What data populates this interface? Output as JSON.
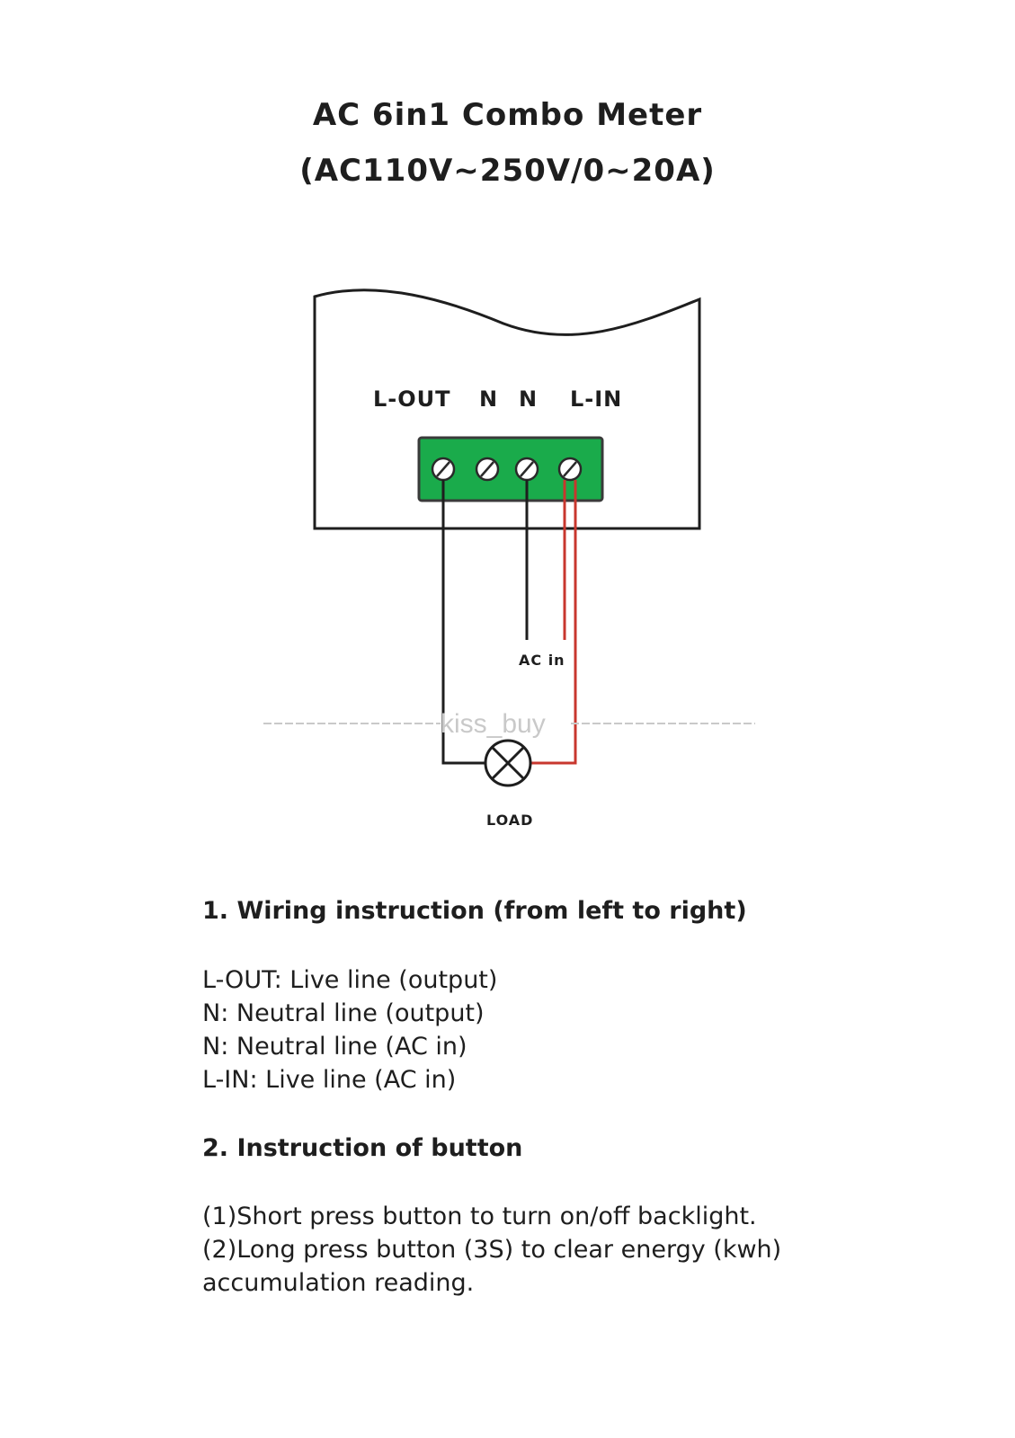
{
  "title": {
    "line1": "AC 6in1 Combo Meter",
    "line2": "(AC110V~250V/0~20A)"
  },
  "diagram": {
    "terminals": [
      {
        "label": "L-OUT"
      },
      {
        "label": "N"
      },
      {
        "label": "N"
      },
      {
        "label": "L-IN"
      }
    ],
    "ac_in_label": "AC in",
    "load_label": "LOAD",
    "watermark": "kiss_buy",
    "colors": {
      "terminal_block": "#1aab4b",
      "live_wire": "#c8372e",
      "neutral_wire": "#1e1e1e",
      "outline": "#1e1e1e"
    }
  },
  "wiring_instruction": {
    "heading": "1. Wiring instruction (from left to right)",
    "items": [
      "L-OUT: Live line (output)",
      "N: Neutral line (output)",
      "N: Neutral line (AC in)",
      "L-IN: Live line (AC in)"
    ]
  },
  "button_instruction": {
    "heading": "2. Instruction of button",
    "lines": [
      "(1)Short press button to turn on/off backlight.",
      "(2)Long press button (3S) to clear energy (kwh)",
      "accumulation reading."
    ]
  }
}
